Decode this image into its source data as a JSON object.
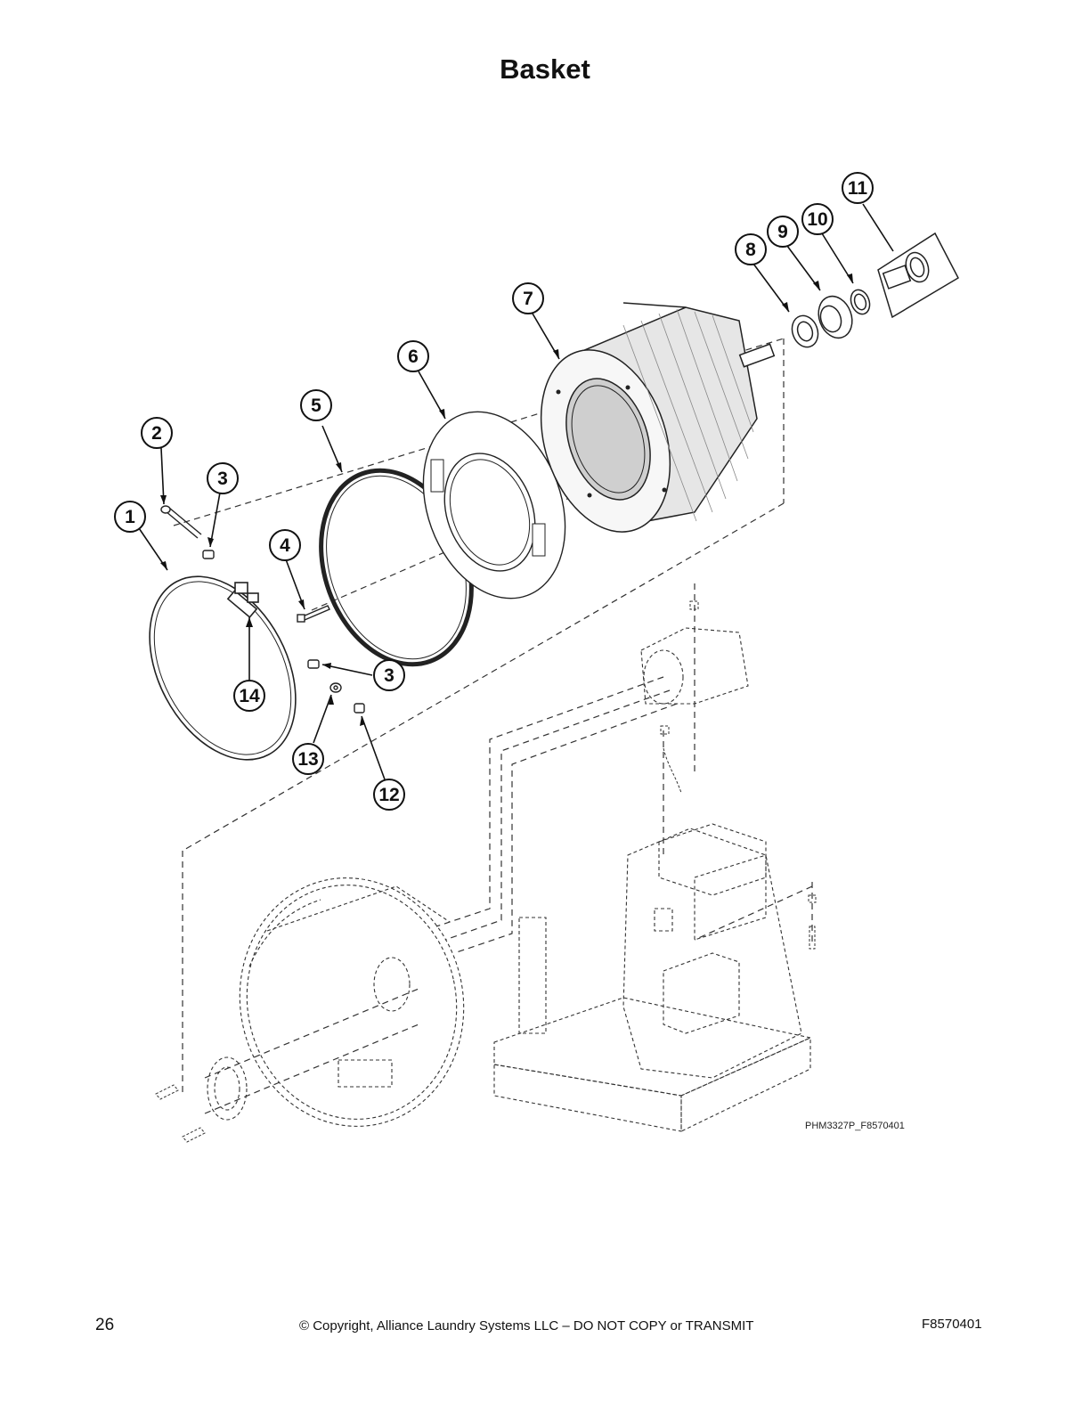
{
  "page": {
    "title": "Basket",
    "figure_id": "PHM3327P_F8570401",
    "footer": {
      "page_number": "26",
      "copyright": "© Copyright, Alliance Laundry Systems LLC – DO NOT COPY or TRANSMIT",
      "doc_number": "F8570401"
    }
  },
  "callouts": [
    "1",
    "2",
    "3",
    "4",
    "5",
    "6",
    "7",
    "8",
    "9",
    "10",
    "11",
    "3",
    "12",
    "13",
    "14"
  ]
}
